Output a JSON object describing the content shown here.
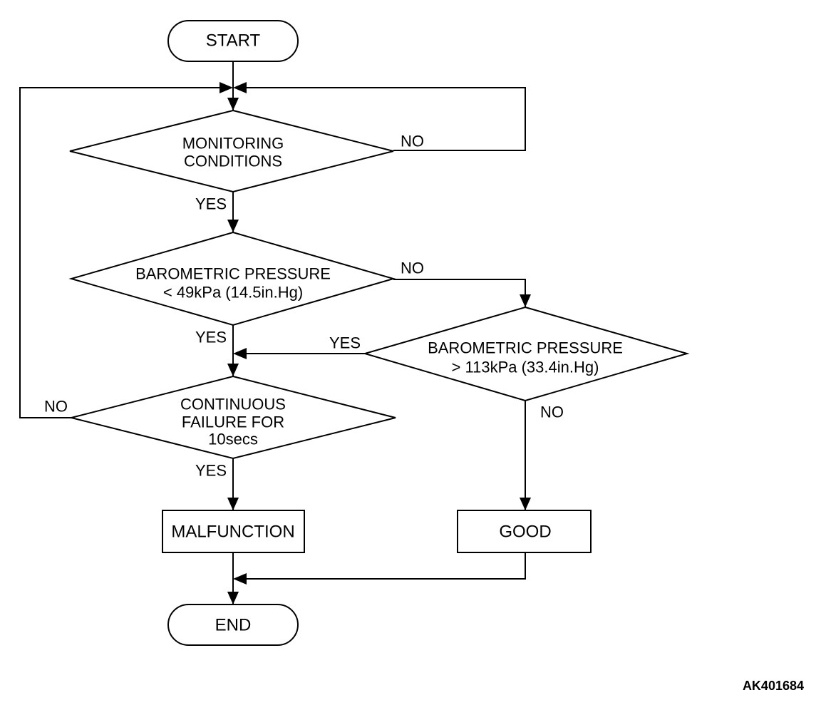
{
  "nodes": {
    "start": "START",
    "monitoring": [
      "MONITORING",
      "CONDITIONS"
    ],
    "baro_low": [
      "BAROMETRIC PRESSURE",
      "< 49kPa (14.5in.Hg)"
    ],
    "baro_high": [
      "BAROMETRIC PRESSURE",
      "> 113kPa (33.4in.Hg)"
    ],
    "continuous": [
      "CONTINUOUS",
      "FAILURE FOR",
      "10secs"
    ],
    "malfunction": "MALFUNCTION",
    "good": "GOOD",
    "end": "END"
  },
  "edge_labels": {
    "monitoring_no": "NO",
    "monitoring_yes": "YES",
    "baro_low_no": "NO",
    "baro_low_yes": "YES",
    "baro_high_yes": "YES",
    "baro_high_no": "NO",
    "continuous_no": "NO",
    "continuous_yes": "YES"
  },
  "reference_code": "AK401684"
}
